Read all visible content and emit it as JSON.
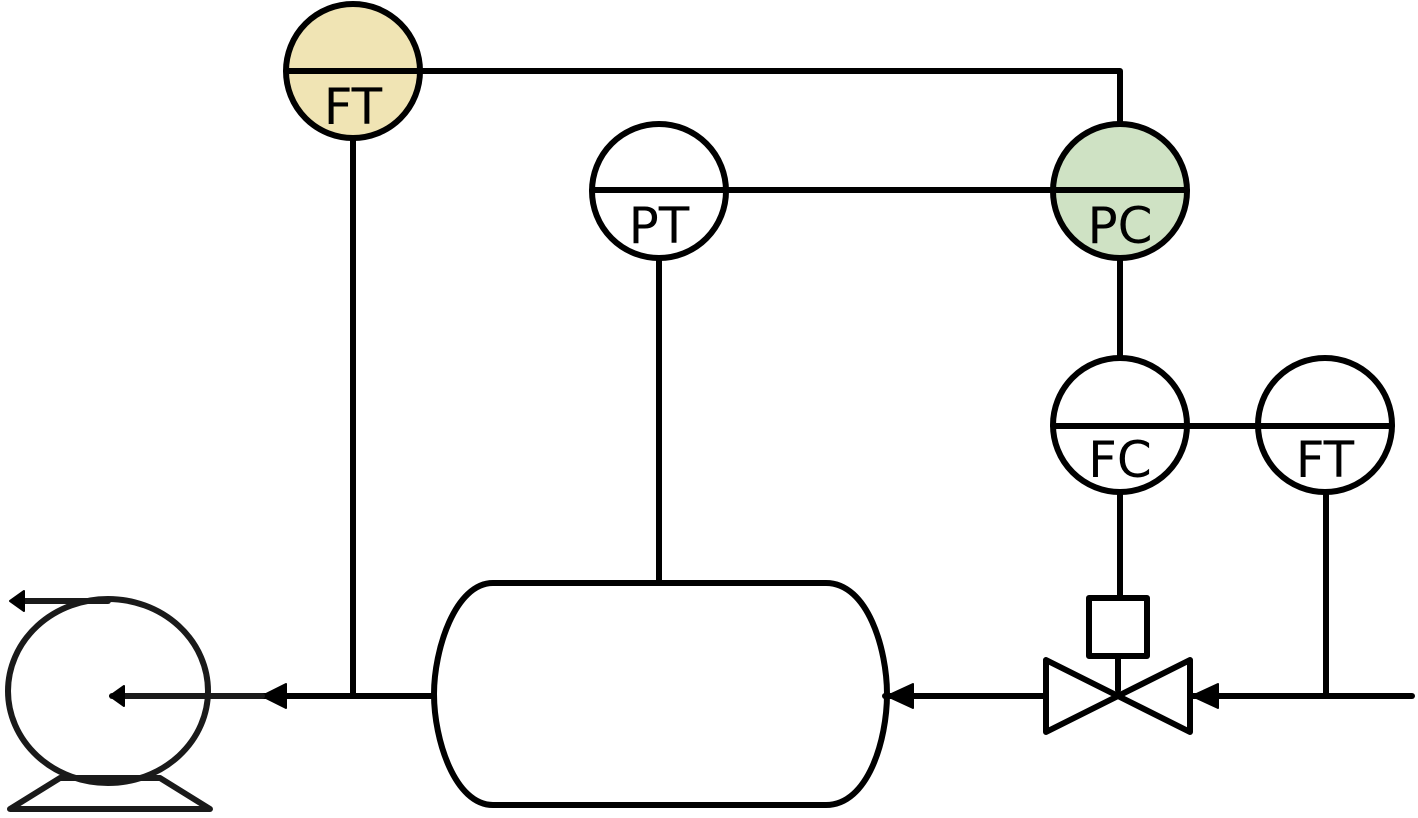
{
  "instruments": [
    {
      "id": "ft-outlet",
      "label": "FT",
      "fill": "#f0e4b4"
    },
    {
      "id": "pt-vessel",
      "label": "PT",
      "fill": "#ffffff"
    },
    {
      "id": "pc-controller",
      "label": "PC",
      "fill": "#cfe2c4"
    },
    {
      "id": "fc-controller",
      "label": "FC",
      "fill": "#ffffff"
    },
    {
      "id": "ft-inlet",
      "label": "FT",
      "fill": "#ffffff"
    }
  ],
  "equipment": {
    "pump": "centrifugal-pump",
    "vessel": "horizontal-vessel",
    "valve": "control-valve"
  },
  "colors": {
    "line": "#000000",
    "background": "#ffffff"
  }
}
